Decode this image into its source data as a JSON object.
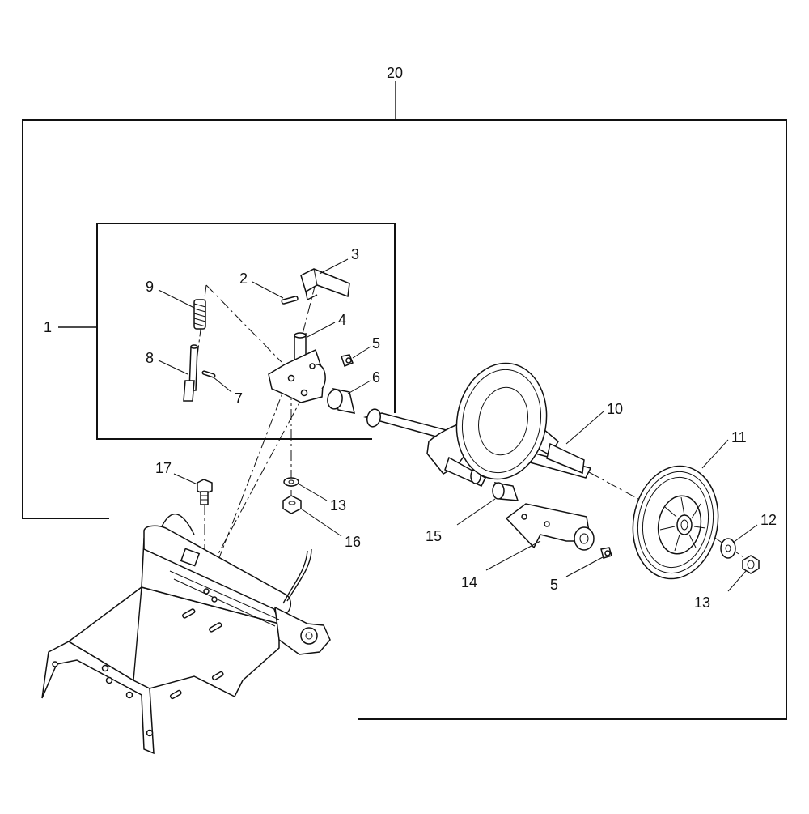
{
  "callouts": {
    "c1": "1",
    "c2": "2",
    "c3": "3",
    "c4": "4",
    "c5a": "5",
    "c5b": "5",
    "c6": "6",
    "c7": "7",
    "c8": "8",
    "c9": "9",
    "c10": "10",
    "c11": "11",
    "c12": "12",
    "c13a": "13",
    "c13b": "13",
    "c14": "14",
    "c15": "15",
    "c16": "16",
    "c17": "17",
    "c20": "20"
  }
}
